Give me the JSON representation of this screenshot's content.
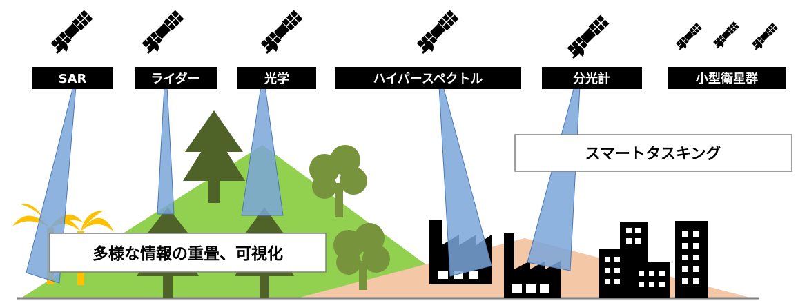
{
  "sensors": {
    "sar": "SAR",
    "lidar": "ライダー",
    "optical": "光学",
    "hyperspectral": "ハイパースペクトル",
    "spectrometer": "分光計",
    "small_constellation": "小型衛星群"
  },
  "labels": {
    "smart_tasking": "スマートタスキング",
    "overlay": "多様な情報の重畳、可視化"
  },
  "colors": {
    "label_bg": "#000000",
    "label_text": "#ffffff",
    "beam_fill": "#7aa6d9",
    "beam_stroke": "#4a78b5",
    "hill": "#92d050",
    "conifer": "#4f6228",
    "broadleaf": "#77933c",
    "palm": "#ffc000",
    "sand": "#f4c7a6",
    "building": "#000000",
    "ground": "#7f7f7f"
  },
  "icons": {
    "satellite": "satellite-icon",
    "factory": "factory-icon",
    "building": "building-icon",
    "conifer": "conifer-tree-icon",
    "broadleaf": "broadleaf-tree-icon",
    "palm": "palm-tree-icon"
  }
}
